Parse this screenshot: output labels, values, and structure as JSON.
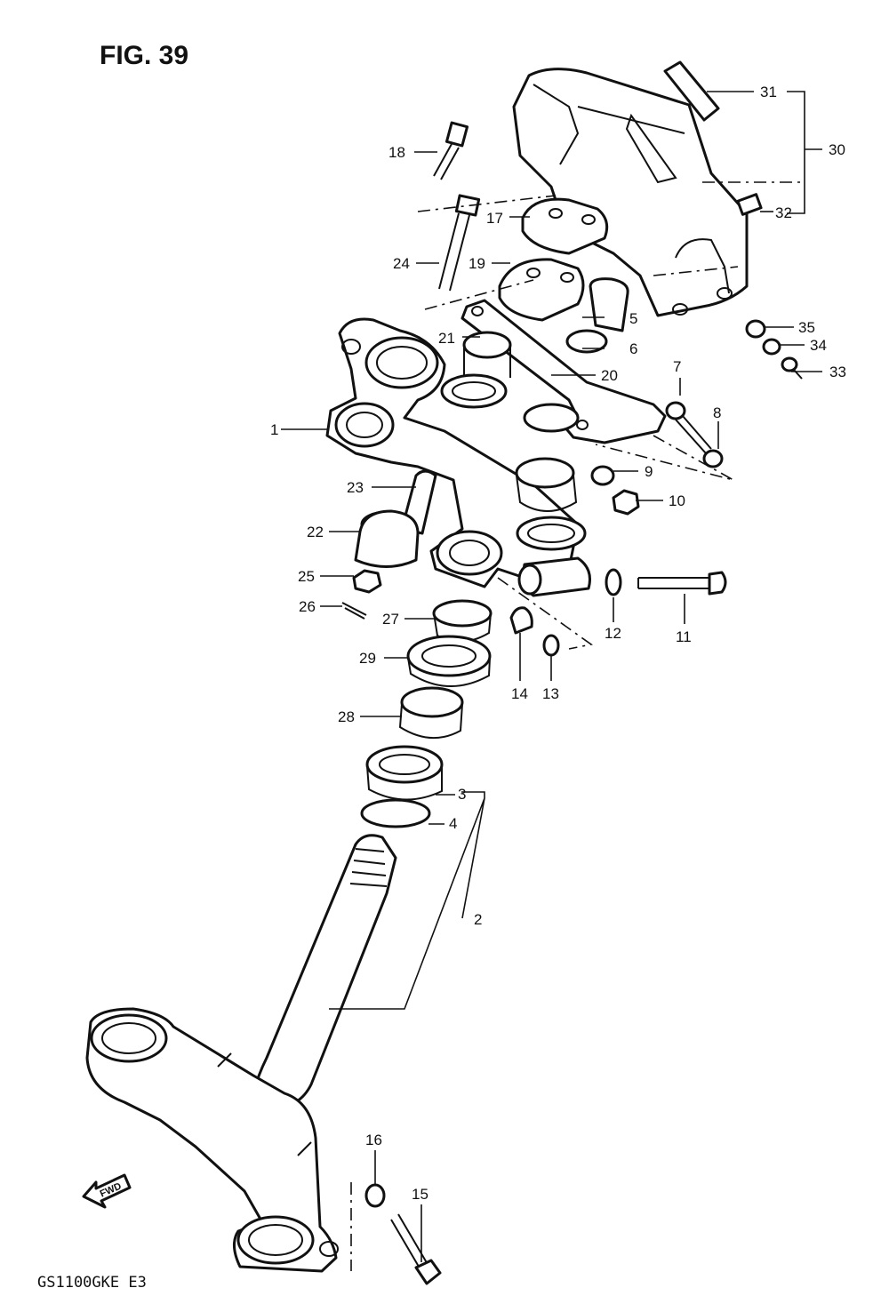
{
  "figure": {
    "title": "FIG. 39",
    "model_code": "GS1100GKE E3",
    "fwd_label": "FWD"
  },
  "callouts": [
    "1",
    "2",
    "3",
    "4",
    "5",
    "6",
    "7",
    "8",
    "9",
    "10",
    "11",
    "12",
    "13",
    "14",
    "15",
    "16",
    "17",
    "18",
    "19",
    "20",
    "21",
    "22",
    "23",
    "24",
    "25",
    "26",
    "27",
    "28",
    "29",
    "30",
    "31",
    "32",
    "33",
    "34",
    "35"
  ],
  "colors": {
    "ink": "#111111",
    "paper": "#ffffff"
  }
}
